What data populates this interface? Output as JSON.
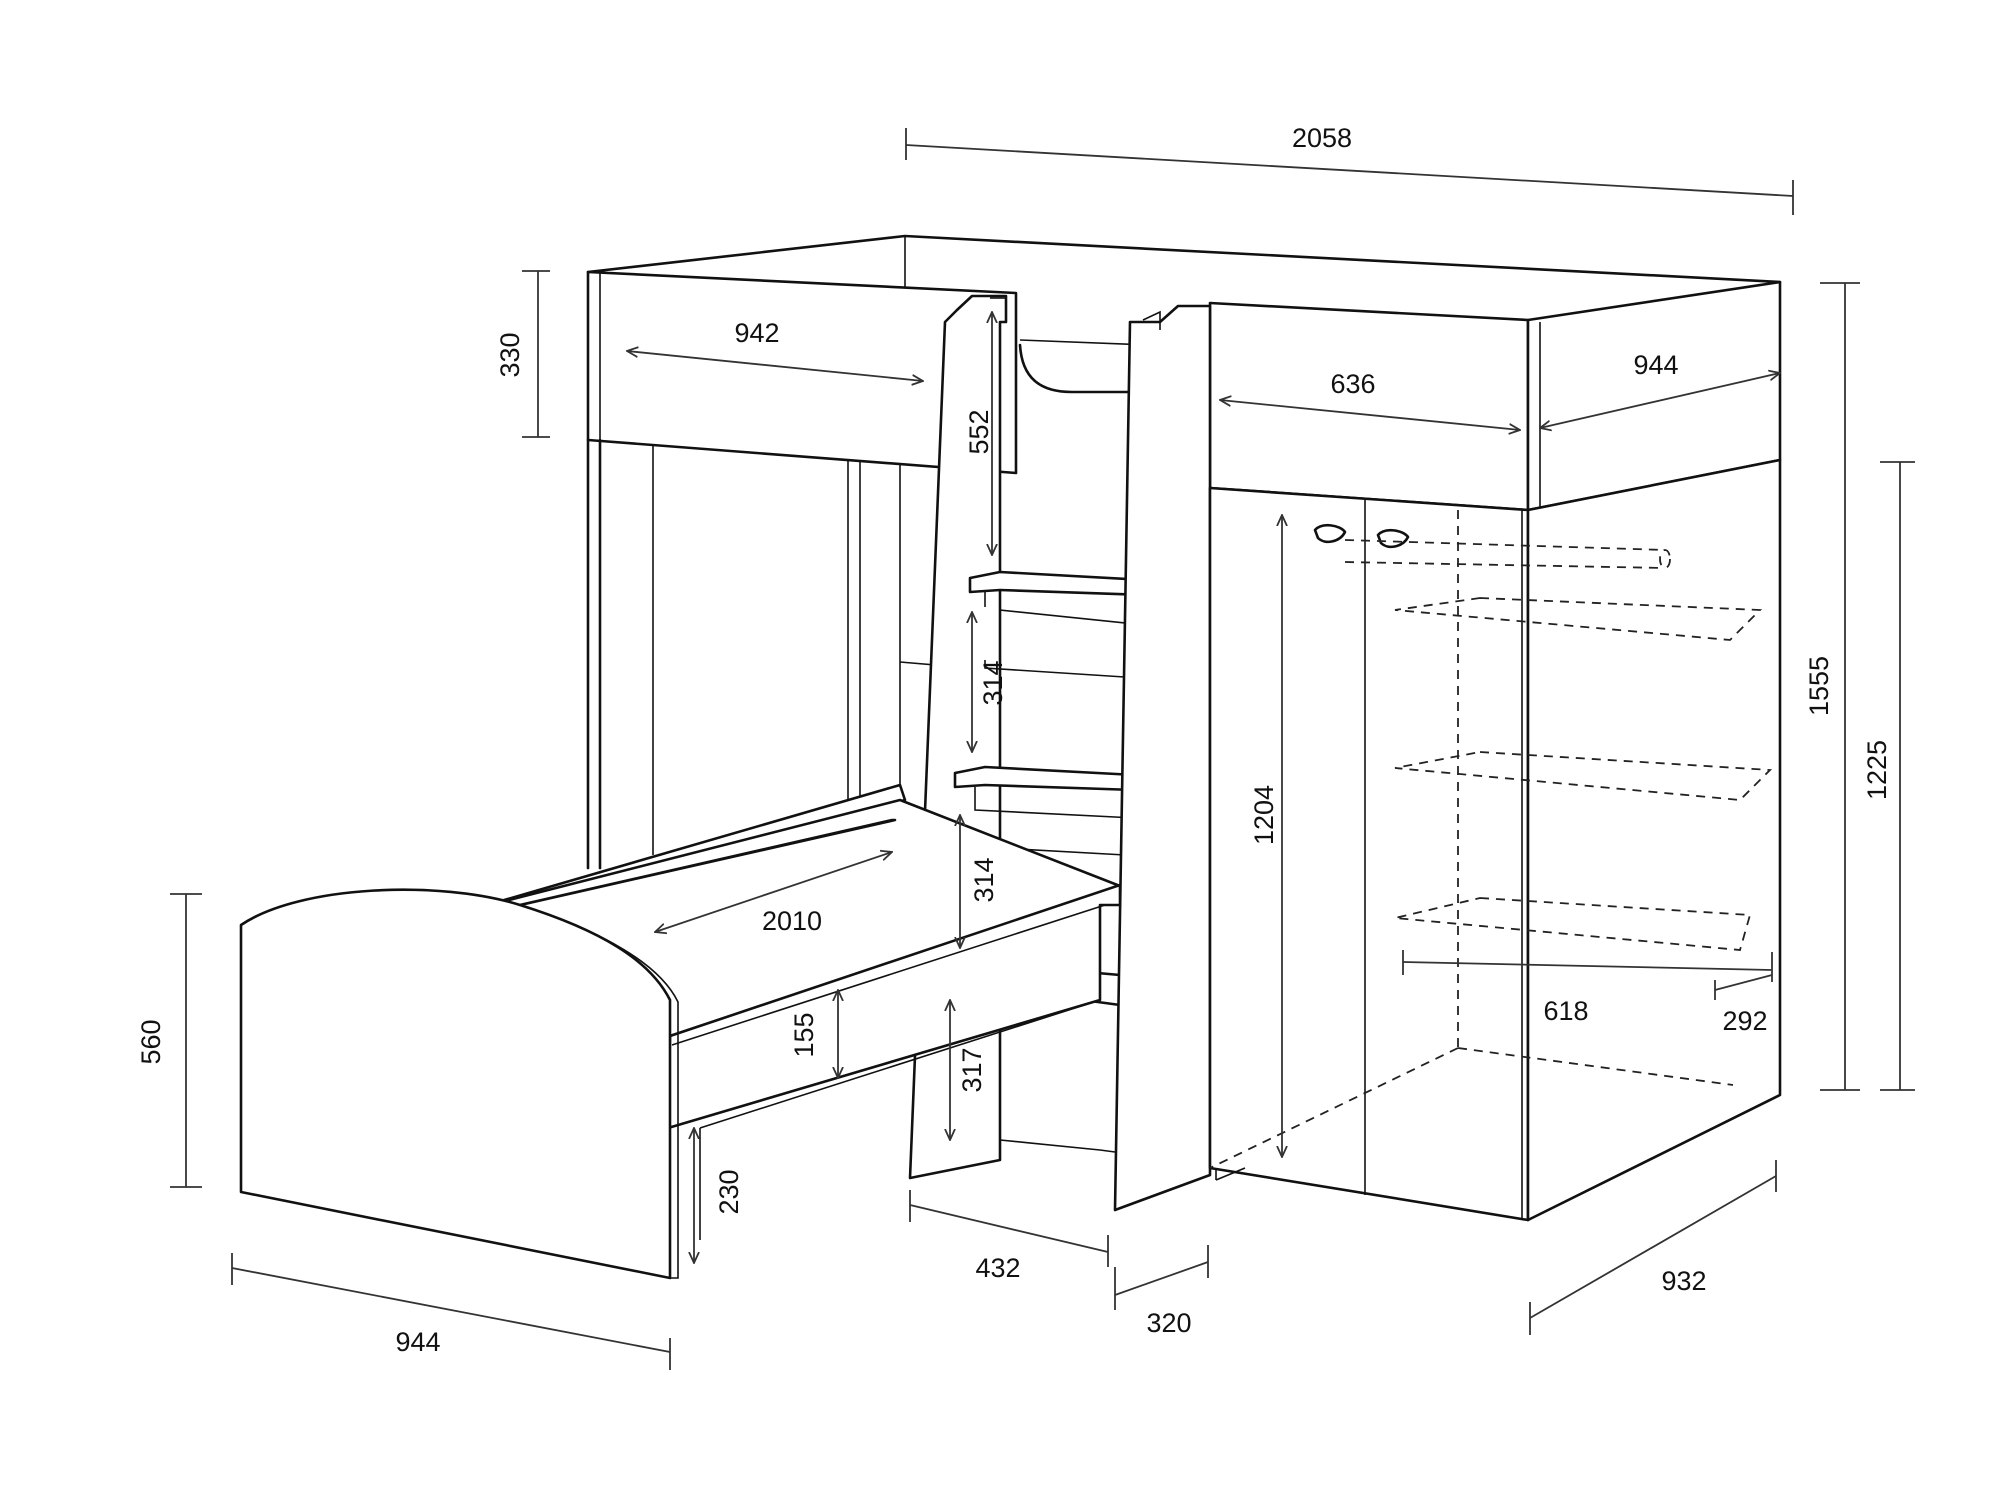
{
  "dimensions": {
    "overall_length": "2058",
    "upper_guard_height": "330",
    "upper_left_bed_width": "942",
    "upper_right_top_width": "636",
    "upper_right_bed_width": "944",
    "ladder_top_step": "552",
    "ladder_step_upper": "314",
    "ladder_step_middle": "314",
    "ladder_step_lower": "317",
    "wardrobe_door_height": "1204",
    "wardrobe_total_height": "1555",
    "wardrobe_body_height": "1225",
    "shelf_depth_618": "618",
    "shelf_depth_292": "292",
    "lower_bed_length": "2010",
    "lower_bed_side_height": "155",
    "headboard_height": "560",
    "lower_bed_clearance": "230",
    "lower_bed_width": "944",
    "desk_width": "432",
    "desk_depth": "320",
    "wardrobe_depth": "932"
  },
  "colors": {
    "line": "#111111",
    "background": "#ffffff"
  }
}
